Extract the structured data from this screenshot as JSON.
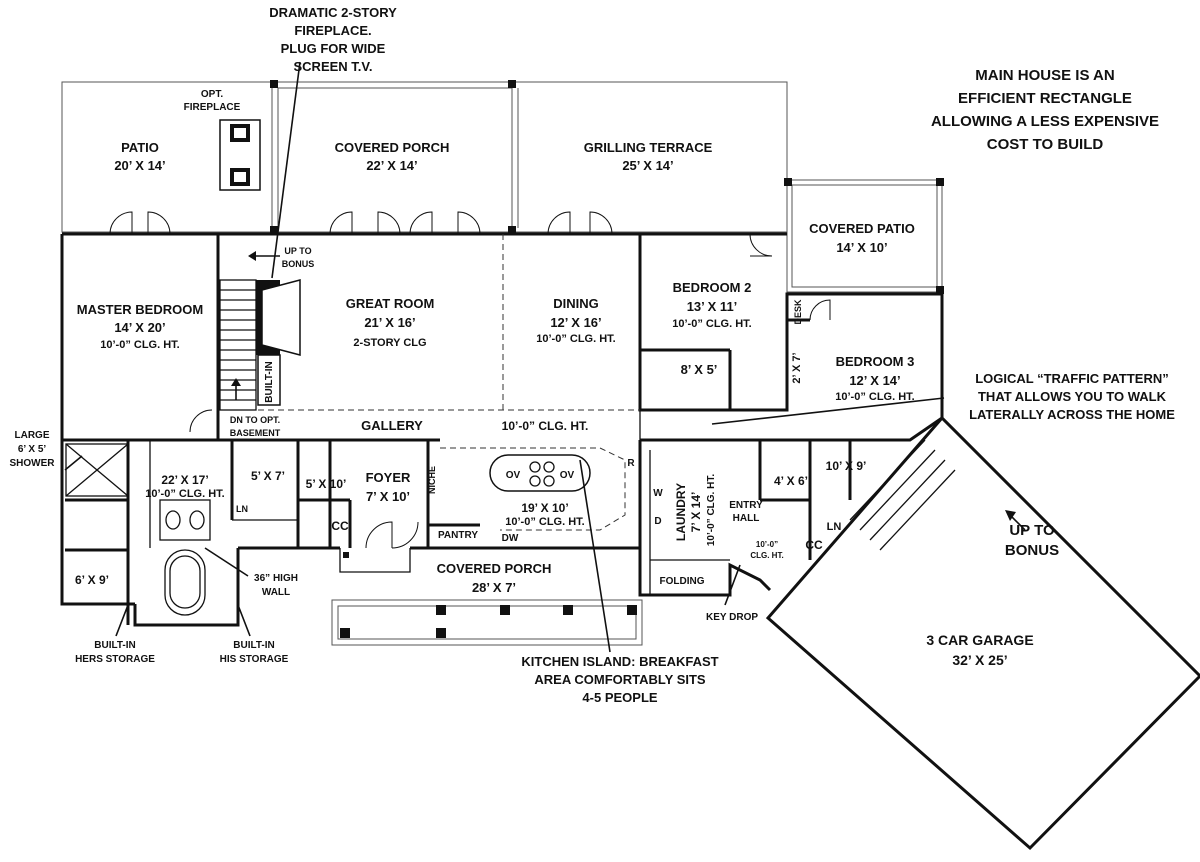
{
  "callouts": {
    "fireplace": [
      "DRAMATIC 2-STORY",
      "FIREPLACE.",
      "PLUG FOR WIDE",
      "SCREEN T.V."
    ],
    "rectangle": [
      "MAIN HOUSE IS AN",
      "EFFICIENT RECTANGLE",
      "ALLOWING A LESS EXPENSIVE",
      "COST TO BUILD"
    ],
    "traffic": [
      "LOGICAL “TRAFFIC PATTERN”",
      "THAT ALLOWS YOU TO WALK",
      "LATERALLY ACROSS THE HOME"
    ],
    "island": [
      "KITCHEN ISLAND: BREAKFAST",
      "AREA COMFORTABLY SITS",
      "4-5 PEOPLE"
    ],
    "high_wall": [
      "36” HIGH",
      "WALL"
    ],
    "hers_storage": [
      "BUILT-IN",
      "HERS STORAGE"
    ],
    "his_storage": [
      "BUILT-IN",
      "HIS STORAGE"
    ],
    "shower": [
      "LARGE",
      "6’ X 5’",
      "SHOWER"
    ],
    "up_bonus_garage": [
      "UP TO",
      "BONUS"
    ],
    "key_drop": "KEY DROP"
  },
  "rooms": {
    "patio": [
      "PATIO",
      "20’ X 14’"
    ],
    "opt_fireplace": [
      "OPT.",
      "FIREPLACE"
    ],
    "covered_porch_rear": [
      "COVERED PORCH",
      "22’ X 14’"
    ],
    "grilling_terrace": [
      "GRILLING TERRACE",
      "25’ X 14’"
    ],
    "covered_patio": [
      "COVERED PATIO",
      "14’ X 10’"
    ],
    "master_bedroom": [
      "MASTER BEDROOM",
      "14’ X 20’",
      "10’-0” CLG. HT."
    ],
    "great_room": [
      "GREAT ROOM",
      "21’ X 16’",
      "2-STORY CLG"
    ],
    "dining": [
      "DINING",
      "12’ X 16’",
      "10’-0” CLG. HT."
    ],
    "bedroom2": [
      "BEDROOM 2",
      "13’ X 11’",
      "10’-0” CLG. HT."
    ],
    "bath2": "8’ X 5’",
    "desk": "DESK",
    "closet_2x7": "2’ X 7’",
    "bedroom3": [
      "BEDROOM 3",
      "12’ X 14’",
      "10’-0” CLG. HT."
    ],
    "up_to_bonus_stair": [
      "UP TO",
      "BONUS"
    ],
    "built_in": "BUILT-IN",
    "dn_basement": [
      "DN TO OPT.",
      "BASEMENT"
    ],
    "gallery": "GALLERY",
    "gallery_clg": "10’-0” CLG. HT.",
    "master_bath": [
      "22’ X 17’",
      "10’-0” CLG. HT."
    ],
    "wc_5x7": "5’ X 7’",
    "ln_master": "LN",
    "closet_6x9": "6’ X 9’",
    "powder_5x10": "5’ X 10’",
    "cc_foyer": "CC",
    "foyer": [
      "FOYER",
      "7’ X 10’"
    ],
    "niche": "NICHE",
    "kitchen": [
      "19’ X 10’",
      "10’-0” CLG. HT."
    ],
    "ov1": "OV",
    "ov2": "OV",
    "fridge": "R",
    "pantry": "PANTRY",
    "dw": "DW",
    "laundry": [
      "LAUNDRY",
      "7’ X 14’",
      "10’-0” CLG. HT."
    ],
    "washer": "W",
    "dryer": "D",
    "folding": "FOLDING",
    "entry_hall": [
      "ENTRY",
      "HALL"
    ],
    "entry_clg": [
      "10’-0”",
      "CLG. HT."
    ],
    "cc_entry": "CC",
    "closet_4x6": "4’ X 6’",
    "bath_10x9": "10’ X 9’",
    "ln_bed3": "LN",
    "covered_porch_front": [
      "COVERED PORCH",
      "28’ X 7’"
    ],
    "garage": [
      "3 CAR GARAGE",
      "32’ X 25’"
    ]
  }
}
